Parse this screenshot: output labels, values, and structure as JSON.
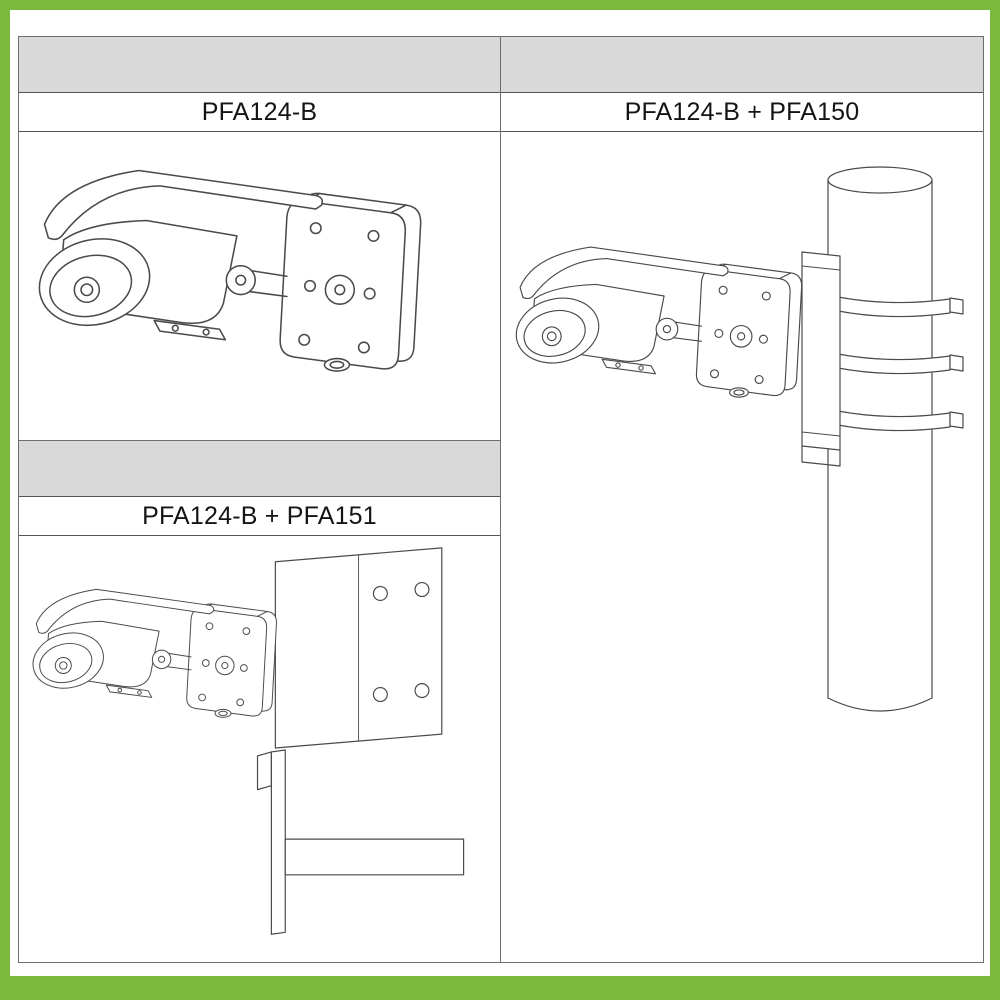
{
  "theme": {
    "frame_green": "#7CBA3D",
    "header_gray": "#D9D9D9",
    "line_color": "#4a4a4a"
  },
  "panels": {
    "wall": {
      "title": "PFA124-B"
    },
    "pole": {
      "title": "PFA124-B + PFA150"
    },
    "corner": {
      "title": "PFA124-B + PFA151"
    }
  }
}
